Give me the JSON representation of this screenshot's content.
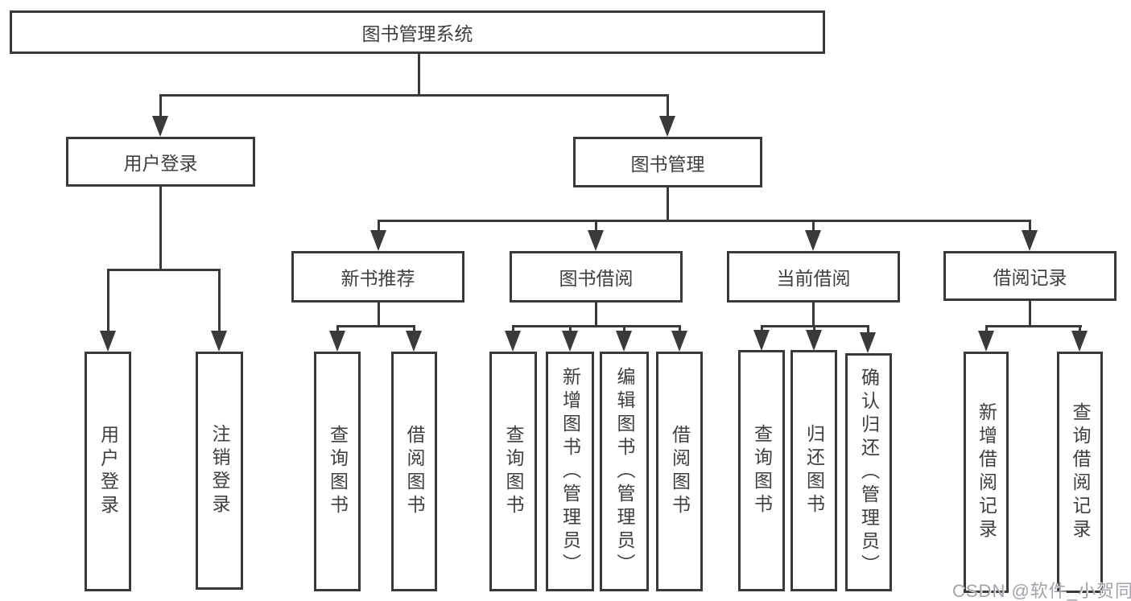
{
  "colors": {
    "line": "#3a3a3a",
    "text": "#3f3f3f",
    "watermark_text": "#a2a2aa",
    "background": "#ffffff"
  },
  "watermark": {
    "text": "CSDN @软件_小贺同学"
  },
  "tree": {
    "root": {
      "label": "图书管理系统"
    },
    "branches": [
      {
        "label": "用户登录",
        "children": [
          {
            "label": "用户登录"
          },
          {
            "label": "注销登录"
          }
        ]
      },
      {
        "label": "图书管理",
        "children": [
          {
            "label": "新书推荐",
            "children": [
              {
                "label": "查询图书"
              },
              {
                "label": "借阅图书"
              }
            ]
          },
          {
            "label": "图书借阅",
            "children": [
              {
                "label": "查询图书"
              },
              {
                "label": "新增图书（管理员）"
              },
              {
                "label": "编辑图书（管理员）"
              },
              {
                "label": "借阅图书"
              }
            ]
          },
          {
            "label": "当前借阅",
            "children": [
              {
                "label": "查询图书"
              },
              {
                "label": "归还图书"
              },
              {
                "label": "确认归还（管理员）"
              }
            ]
          },
          {
            "label": "借阅记录",
            "children": [
              {
                "label": "新增借阅记录"
              },
              {
                "label": "查询借阅记录"
              }
            ]
          }
        ]
      }
    ]
  }
}
